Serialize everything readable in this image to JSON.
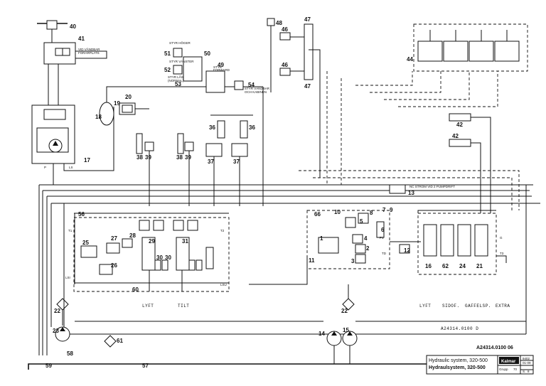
{
  "components": [
    {
      "id": "c40",
      "label": "40"
    },
    {
      "id": "c41",
      "label": "41"
    },
    {
      "id": "c41a",
      "label": "VID VÄNDBAR"
    },
    {
      "id": "c41b",
      "label": "FÖRARPLATS"
    },
    {
      "id": "c17",
      "label": "17"
    },
    {
      "id": "c18",
      "label": "18"
    },
    {
      "id": "c19",
      "label": "19"
    },
    {
      "id": "c20",
      "label": "20"
    },
    {
      "id": "c38a",
      "label": "38"
    },
    {
      "id": "c39a",
      "label": "39"
    },
    {
      "id": "c38b",
      "label": "38"
    },
    {
      "id": "c39b",
      "label": "39"
    },
    {
      "id": "c36a",
      "label": "36"
    },
    {
      "id": "c36b",
      "label": "36"
    },
    {
      "id": "c37a",
      "label": "37"
    },
    {
      "id": "c37b",
      "label": "37"
    },
    {
      "id": "c50",
      "label": "50"
    },
    {
      "id": "c51",
      "label": "51"
    },
    {
      "id": "c52",
      "label": "52"
    },
    {
      "id": "c53",
      "label": "53"
    },
    {
      "id": "c49",
      "label": "49"
    },
    {
      "id": "c54",
      "label": "54"
    },
    {
      "id": "c48",
      "label": "48"
    },
    {
      "id": "c46a",
      "label": "46"
    },
    {
      "id": "c46b",
      "label": "46"
    },
    {
      "id": "c47a",
      "label": "47"
    },
    {
      "id": "c47b",
      "label": "47"
    },
    {
      "id": "c44",
      "label": "44"
    },
    {
      "id": "c42a",
      "label": "42"
    },
    {
      "id": "c42b",
      "label": "42"
    },
    {
      "id": "c56",
      "label": "56"
    },
    {
      "id": "c25",
      "label": "25"
    },
    {
      "id": "c27",
      "label": "27"
    },
    {
      "id": "c28",
      "label": "28"
    },
    {
      "id": "c26",
      "label": "26"
    },
    {
      "id": "c29",
      "label": "29"
    },
    {
      "id": "c30a",
      "label": "30"
    },
    {
      "id": "c30b",
      "label": "30"
    },
    {
      "id": "c31",
      "label": "31"
    },
    {
      "id": "c60",
      "label": "60"
    },
    {
      "id": "c22a",
      "label": "22"
    },
    {
      "id": "c22b",
      "label": "22"
    },
    {
      "id": "c23",
      "label": "23"
    },
    {
      "id": "c58",
      "label": "58"
    },
    {
      "id": "c61",
      "label": "61"
    },
    {
      "id": "c59",
      "label": "59"
    },
    {
      "id": "c57",
      "label": "57"
    },
    {
      "id": "c66",
      "label": "66"
    },
    {
      "id": "c10",
      "label": "10"
    },
    {
      "id": "c8",
      "label": "8"
    },
    {
      "id": "c7",
      "label": "7"
    },
    {
      "id": "c9",
      "label": "9"
    },
    {
      "id": "c5",
      "label": "5"
    },
    {
      "id": "c6",
      "label": "6"
    },
    {
      "id": "c1",
      "label": "1"
    },
    {
      "id": "c4",
      "label": "4"
    },
    {
      "id": "c2",
      "label": "2"
    },
    {
      "id": "c3",
      "label": "3"
    },
    {
      "id": "c11",
      "label": "11"
    },
    {
      "id": "c12",
      "label": "12"
    },
    {
      "id": "c13",
      "label": "13"
    },
    {
      "id": "c14",
      "label": "14"
    },
    {
      "id": "c15",
      "label": "15"
    },
    {
      "id": "c16",
      "label": "16"
    },
    {
      "id": "c62",
      "label": "62"
    },
    {
      "id": "c24",
      "label": "24"
    },
    {
      "id": "c21",
      "label": "21"
    }
  ],
  "port_labels": {
    "t1": "T1",
    "t2": "T2",
    "lsi": "LSI",
    "lsu": "LSU",
    "p": "P",
    "ls": "LS",
    "t3": "T3",
    "g": "G",
    "td": "TD",
    "p1": "P1"
  },
  "annotations": {
    "nc_strom": "NC STRÖM VID 2 PUMPDRIFT",
    "lyft_left": "LYFT",
    "tilt": "TILT",
    "lyft_right": "LYFT",
    "sidof": "SIDOF.",
    "gaffelsp": "GAFFELSP.",
    "extra": "EXTRA",
    "ref_code": "A24314.0100 D",
    "v50_a": "STYR HÖGER",
    "v50_b": "STYR VÄNSTER",
    "v50_c": "STYR LÅS",
    "v50_d": "(NORMAL)",
    "v54_a": "STYR VÄNDBAR",
    "v54_b": "OCH KABINEN",
    "v49_a": "STYR",
    "v49_b": "FORWARD"
  },
  "title_block": {
    "drawing_no": "A24314.0100 06",
    "title_en": "Hydraulic system, 320-500",
    "title_sv": "Hydraulsystem, 320-500",
    "brand": "Kalmar",
    "date_code": "9402",
    "sheet_code": "01-09",
    "group_label": "Grupp",
    "group_value": "70",
    "page_label": "S.",
    "page_value": "8"
  },
  "colors": {
    "ink": "#111111",
    "paper": "#ffffff"
  }
}
